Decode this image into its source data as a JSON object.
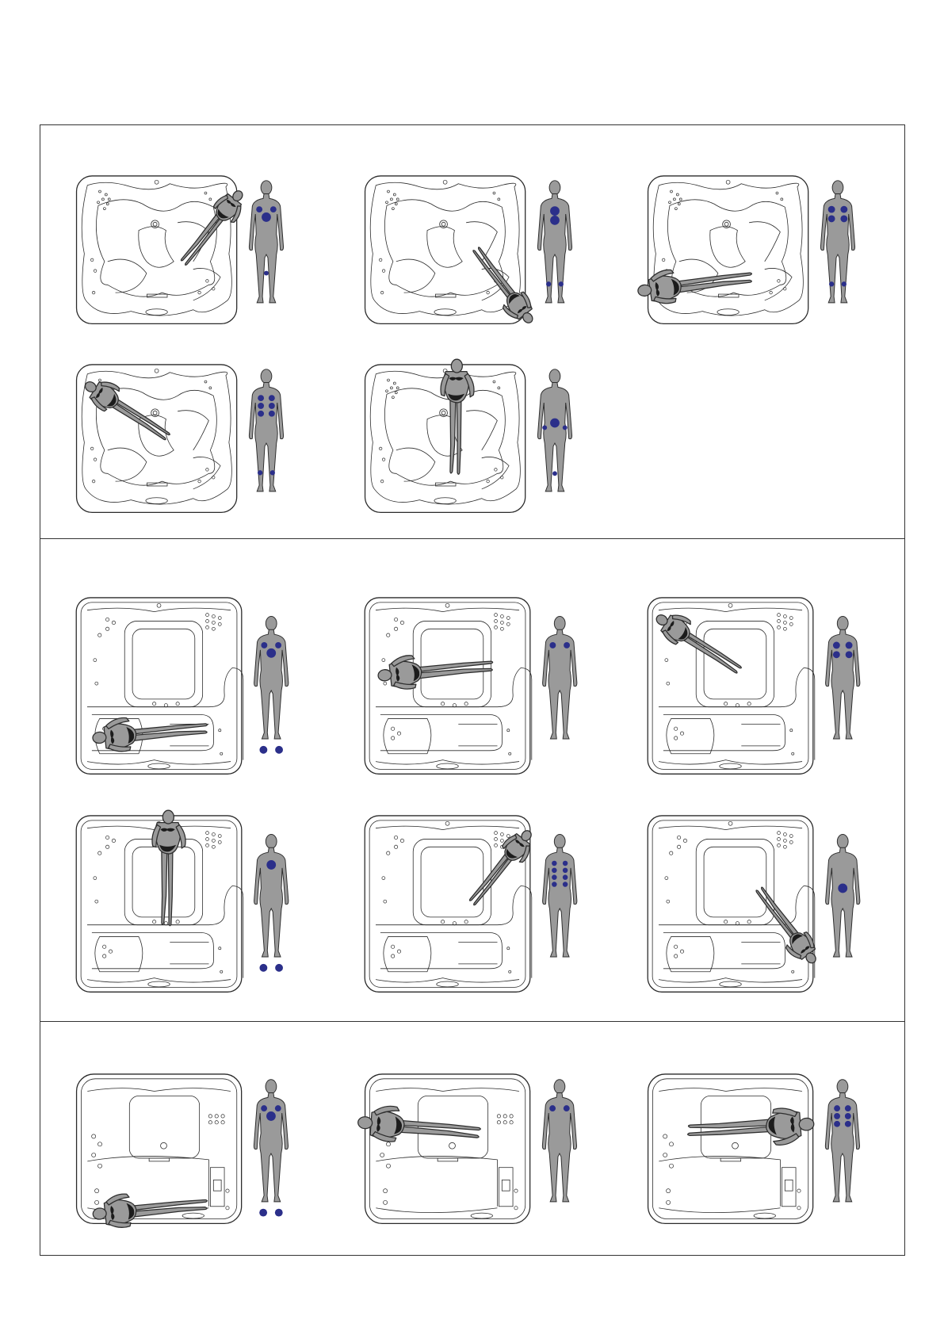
{
  "colors": {
    "line": "#2a2a2a",
    "figure_fill": "#9a9a9a",
    "figure_stroke": "#2e2e2e",
    "swimwear": "#1c1c1c",
    "jet_marker": "#2b2f8a",
    "background": "#ffffff"
  },
  "sections": [
    {
      "name": "spa-model-a",
      "tub_style": "a",
      "positions": [
        {
          "person": "diagonal-lounger-tr",
          "markers": [
            "chest-center",
            "shoulders-pair",
            "knee-back"
          ]
        },
        {
          "person": "diagonal-lounger-br",
          "markers": [
            "upper-back",
            "mid-back",
            "calves-pair"
          ]
        },
        {
          "person": "lounger-left-horizontal",
          "markers": [
            "shoulders-quad",
            "calves-pair"
          ]
        },
        {
          "person": "diagonal-lounger-tl",
          "markers": [
            "back-grid-6",
            "calves-pair"
          ]
        },
        {
          "person": "standing-top",
          "markers": [
            "lower-back",
            "hips-pair",
            "calf"
          ]
        }
      ]
    },
    {
      "name": "spa-model-b",
      "tub_style": "b",
      "positions": [
        {
          "person": "lounger-bottom-left",
          "markers": [
            "chest-center",
            "shoulders-pair",
            "feet-pair"
          ]
        },
        {
          "person": "lounger-middle-left",
          "markers": [
            "shoulders-pair"
          ]
        },
        {
          "person": "diagonal-lounger-tl",
          "markers": [
            "shoulders-quad"
          ]
        },
        {
          "person": "standing-top",
          "markers": [
            "upper-back",
            "feet-pair"
          ]
        },
        {
          "person": "diagonal-lounger-tr",
          "markers": [
            "back-grid-8"
          ]
        },
        {
          "person": "diagonal-lounger-br",
          "markers": [
            "lower-back"
          ]
        }
      ]
    },
    {
      "name": "spa-model-c",
      "tub_style": "c",
      "positions": [
        {
          "person": "lounger-bottom-left",
          "markers": [
            "chest-center",
            "shoulders-pair",
            "feet-pair"
          ]
        },
        {
          "person": "lounger-top-left",
          "markers": [
            "shoulders-pair"
          ]
        },
        {
          "person": "lounger-top-right",
          "markers": [
            "back-grid-6"
          ]
        }
      ]
    }
  ]
}
